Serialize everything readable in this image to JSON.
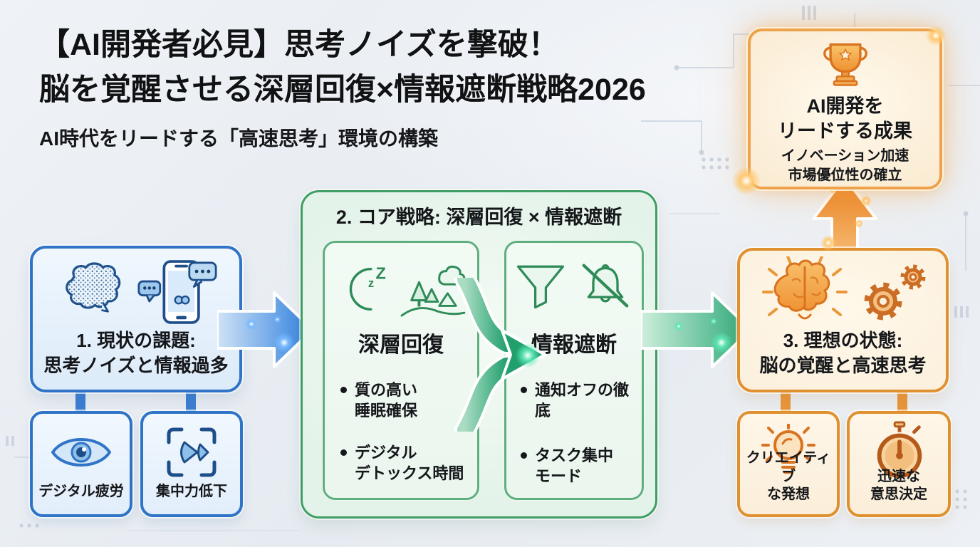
{
  "page": {
    "title_line1": "【AI開発者必見】思考ノイズを撃破！",
    "title_line2": "脳を覚醒させる深層回復×情報遮断戦略2026",
    "subtitle": "AI時代をリードする「高速思考」環境の構築"
  },
  "colors": {
    "blue_border": "#2f74c6",
    "green_border": "#3f9e63",
    "orange_border": "#e0912f",
    "arrow_blue": "#2e7ede",
    "arrow_green": "#2aa877",
    "arrow_orange": "#e87d1e",
    "text": "#15171a"
  },
  "step1": {
    "heading_line1": "1. 現状の課題:",
    "heading_line2": "思考ノイズと情報過多",
    "icons": [
      "brain-icon",
      "smartphone-chat-icon"
    ],
    "sub_boxes": [
      {
        "icon": "eye-icon",
        "label": "デジタル疲労"
      },
      {
        "icon": "focus-loss-icon",
        "label": "集中力低下"
      }
    ]
  },
  "step2": {
    "heading": "2. コア戦略: 深層回復 × 情報遮断",
    "recovery": {
      "title": "深層回復",
      "icons": [
        "moon-sleep-icon",
        "nature-icon"
      ],
      "bullets": [
        "質の高い\n睡眠確保",
        "デジタル\nデトックス時間"
      ]
    },
    "blocking": {
      "title": "情報遮断",
      "icons": [
        "funnel-icon",
        "bell-off-icon"
      ],
      "bullets": [
        "通知オフの徹底",
        "タスク集中\nモード"
      ]
    }
  },
  "step3": {
    "heading_line1": "3. 理想の状態:",
    "heading_line2": "脳の覚醒と高速思考",
    "icons": [
      "glowing-brain-icon",
      "gears-icon"
    ],
    "sub_boxes": [
      {
        "icon": "lightbulb-icon",
        "label": "クリエイティブ\nな発想"
      },
      {
        "icon": "stopwatch-icon",
        "label": "迅速な\n意思決定"
      }
    ]
  },
  "outcome": {
    "icon": "trophy-icon",
    "heading_line1": "AI開発を",
    "heading_line2": "リードする成果",
    "sub_line1": "イノベーション加速",
    "sub_line2": "市場優位性の確立"
  }
}
